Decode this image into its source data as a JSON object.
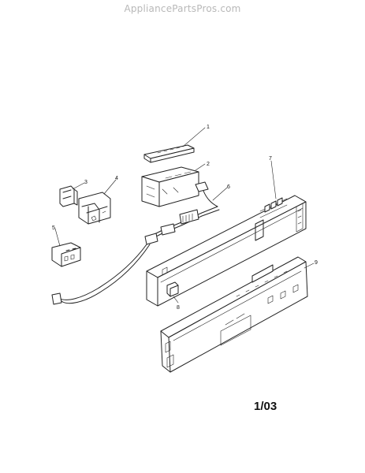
{
  "watermark": "AppliancePartsPros.com",
  "revision": "1/03",
  "callouts": [
    "1",
    "2",
    "3",
    "4",
    "5",
    "6",
    "7",
    "8",
    "9"
  ]
}
